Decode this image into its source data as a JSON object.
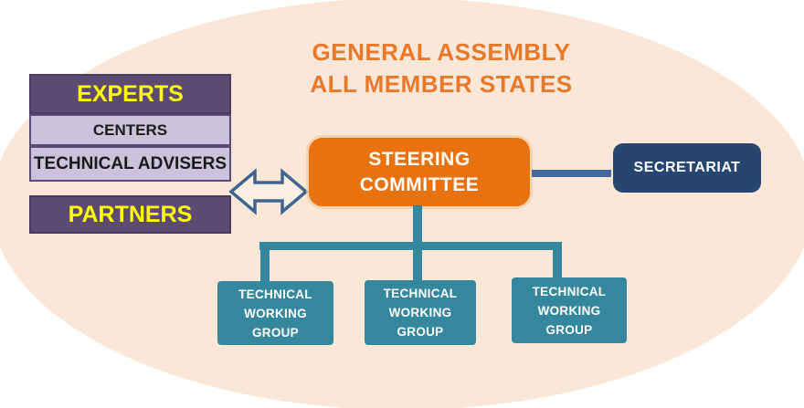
{
  "page": {
    "background_color": "#FFFFFF",
    "ellipse_color": "#FBE7D8"
  },
  "header": {
    "line1": "GENERAL ASSEMBLY",
    "line2": "ALL MEMBER STATES",
    "text_color": "#E8782A"
  },
  "left_panel": {
    "experts_label": "EXPERTS",
    "centers_label": "CENTERS",
    "technical_advisers_label": "TECHNICAL ADVISERS",
    "partners_label": "PARTNERS",
    "dark_box_color": "#5D4A71",
    "light_box_color": "#CBC2DB",
    "accent_text_color": "#FFFF00"
  },
  "steering_committee": {
    "line1": "STEERING",
    "line2": "COMMITTEE",
    "box_color": "#E8720D",
    "text_color": "#FFFFFF"
  },
  "secretariat": {
    "label": "SECRETARIAT",
    "box_color": "#26466F",
    "text_color": "#FFFFFF"
  },
  "working_groups": {
    "box_color": "#35879D",
    "items": [
      {
        "line1": "TECHNICAL",
        "line2": "WORKING",
        "line3": "GROUP"
      },
      {
        "line1": "TECHNICAL",
        "line2": "WORKING",
        "line3": "GROUP"
      },
      {
        "line1": "TECHNICAL",
        "line2": "WORKING",
        "line3": "GROUP"
      }
    ]
  },
  "connectors": {
    "steel_blue": "#44699D",
    "teal": "#35879D",
    "arrow_outline": "#3E648F",
    "arrow_fill": "#FCEFE3"
  }
}
